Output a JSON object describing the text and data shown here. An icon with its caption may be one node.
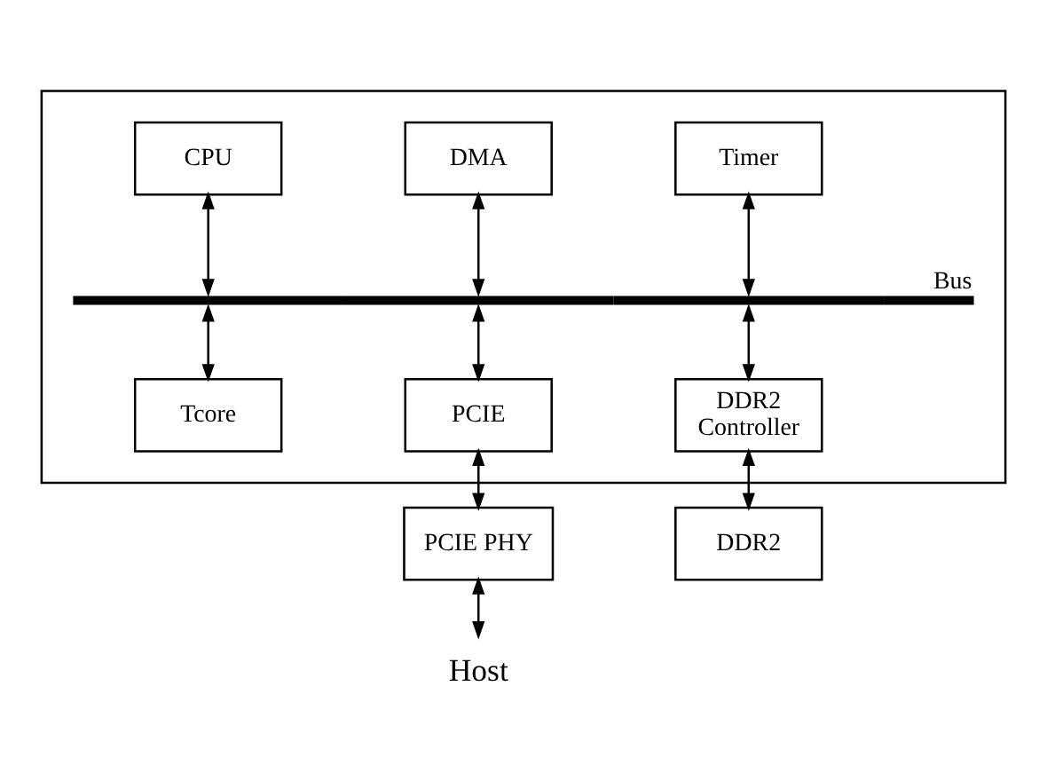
{
  "diagram": {
    "nodes": [
      {
        "text": [],
        "shape": "box"
      },
      {
        "text": [
          "CPU"
        ],
        "in": 0
      },
      {
        "text": [
          "DMA"
        ],
        "in": 0
      },
      {
        "text": [
          "Timer"
        ],
        "in": 0
      },
      {
        "text": [],
        "shape": "bar",
        "beside": [
          "Bus"
        ],
        "in": 0
      },
      {
        "text": [
          "Tcore"
        ],
        "in": 0
      },
      {
        "text": [
          "PCIE"
        ],
        "in": 0
      },
      {
        "text": [
          "DDR2 Controller"
        ],
        "in": 0
      },
      {
        "text": [
          "PCIE PHY"
        ]
      },
      {
        "text": [
          "DDR2"
        ]
      },
      {
        "text": [
          "Host"
        ]
      }
    ],
    "edges": [
      {
        "from": 1,
        "to": 4,
        "arrow": "both"
      },
      {
        "from": 2,
        "to": 4,
        "arrow": "both"
      },
      {
        "from": 3,
        "to": 4,
        "arrow": "both"
      },
      {
        "from": 4,
        "to": 5,
        "arrow": "both"
      },
      {
        "from": 4,
        "to": 6,
        "arrow": "both"
      },
      {
        "from": 4,
        "to": 7,
        "arrow": "both"
      },
      {
        "from": 6,
        "to": 8,
        "arrow": "both"
      },
      {
        "from": 7,
        "to": 9,
        "arrow": "both"
      },
      {
        "from": 8,
        "to": 10,
        "arrow": "both"
      }
    ]
  }
}
